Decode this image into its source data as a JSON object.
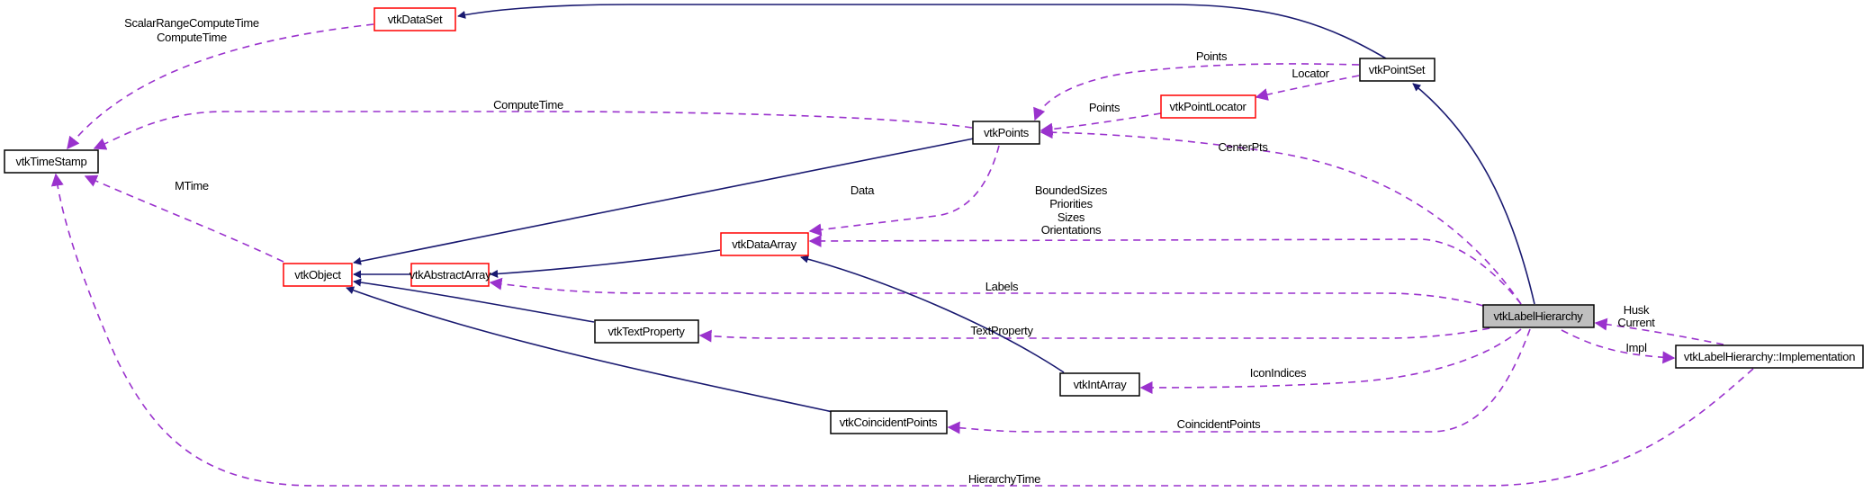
{
  "diagram": {
    "title": "vtkLabelHierarchy collaboration graph",
    "colors": {
      "inheritance_edge": "#191970",
      "usage_edge": "#9a32cd",
      "focus_fill": "#bfbfbf",
      "documented_border": "#000000",
      "undocumented_border": "#ff0000"
    },
    "nodes": [
      {
        "id": "vtkDataSet",
        "label": "vtkDataSet",
        "border": "red"
      },
      {
        "id": "vtkPointSet",
        "label": "vtkPointSet",
        "border": "black"
      },
      {
        "id": "vtkTimeStamp",
        "label": "vtkTimeStamp",
        "border": "black"
      },
      {
        "id": "vtkPoints",
        "label": "vtkPoints",
        "border": "black"
      },
      {
        "id": "vtkPointLocator",
        "label": "vtkPointLocator",
        "border": "red"
      },
      {
        "id": "vtkDataArray",
        "label": "vtkDataArray",
        "border": "red"
      },
      {
        "id": "vtkObject",
        "label": "vtkObject",
        "border": "red"
      },
      {
        "id": "vtkAbstractArray",
        "label": "vtkAbstractArray",
        "border": "red"
      },
      {
        "id": "vtkTextProperty",
        "label": "vtkTextProperty",
        "border": "black"
      },
      {
        "id": "vtkIntArray",
        "label": "vtkIntArray",
        "border": "black"
      },
      {
        "id": "vtkCoincidentPoints",
        "label": "vtkCoincidentPoints",
        "border": "black"
      },
      {
        "id": "vtkLabelHierarchy",
        "label": "vtkLabelHierarchy",
        "border": "black",
        "focus": true
      },
      {
        "id": "vtkLabelHierarchyImpl",
        "label": "vtkLabelHierarchy::Implementation",
        "border": "black"
      }
    ],
    "edges": [
      {
        "from": "vtkPointSet",
        "to": "vtkDataSet",
        "type": "inheritance",
        "labels": []
      },
      {
        "from": "vtkDataSet",
        "to": "vtkTimeStamp",
        "type": "usage",
        "labels": [
          "ScalarRangeComputeTime",
          "ComputeTime"
        ]
      },
      {
        "from": "vtkPoints",
        "to": "vtkTimeStamp",
        "type": "usage",
        "labels": [
          "ComputeTime"
        ]
      },
      {
        "from": "vtkObject",
        "to": "vtkTimeStamp",
        "type": "usage",
        "labels": [
          "MTime"
        ]
      },
      {
        "from": "vtkLabelHierarchyImpl",
        "to": "vtkTimeStamp",
        "type": "usage",
        "labels": [
          "HierarchyTime"
        ]
      },
      {
        "from": "vtkPointSet",
        "to": "vtkPoints",
        "type": "usage",
        "labels": [
          "Points"
        ]
      },
      {
        "from": "vtkPointSet",
        "to": "vtkPointLocator",
        "type": "usage",
        "labels": [
          "Locator"
        ]
      },
      {
        "from": "vtkPointLocator",
        "to": "vtkPoints",
        "type": "usage",
        "labels": [
          "Points"
        ]
      },
      {
        "from": "vtkLabelHierarchy",
        "to": "vtkPoints",
        "type": "usage",
        "labels": [
          "CenterPts"
        ]
      },
      {
        "from": "vtkPoints",
        "to": "vtkObject",
        "type": "inheritance",
        "labels": []
      },
      {
        "from": "vtkPoints",
        "to": "vtkDataArray",
        "type": "usage",
        "labels": [
          "Data"
        ]
      },
      {
        "from": "vtkLabelHierarchy",
        "to": "vtkDataArray",
        "type": "usage",
        "labels": [
          "BoundedSizes",
          "Priorities",
          "Sizes",
          "Orientations"
        ]
      },
      {
        "from": "vtkDataArray",
        "to": "vtkAbstractArray",
        "type": "inheritance",
        "labels": []
      },
      {
        "from": "vtkAbstractArray",
        "to": "vtkObject",
        "type": "inheritance",
        "labels": []
      },
      {
        "from": "vtkLabelHierarchy",
        "to": "vtkAbstractArray",
        "type": "usage",
        "labels": [
          "Labels"
        ]
      },
      {
        "from": "vtkTextProperty",
        "to": "vtkObject",
        "type": "inheritance",
        "labels": []
      },
      {
        "from": "vtkLabelHierarchy",
        "to": "vtkTextProperty",
        "type": "usage",
        "labels": [
          "TextProperty"
        ]
      },
      {
        "from": "vtkIntArray",
        "to": "vtkDataArray",
        "type": "inheritance",
        "labels": []
      },
      {
        "from": "vtkLabelHierarchy",
        "to": "vtkIntArray",
        "type": "usage",
        "labels": [
          "IconIndices"
        ]
      },
      {
        "from": "vtkCoincidentPoints",
        "to": "vtkObject",
        "type": "inheritance",
        "labels": []
      },
      {
        "from": "vtkLabelHierarchy",
        "to": "vtkCoincidentPoints",
        "type": "usage",
        "labels": [
          "CoincidentPoints"
        ]
      },
      {
        "from": "vtkLabelHierarchy",
        "to": "vtkPointSet",
        "type": "inheritance",
        "labels": []
      },
      {
        "from": "vtkLabelHierarchyImpl",
        "to": "vtkLabelHierarchy",
        "type": "usage",
        "labels": [
          "Husk",
          "Current"
        ]
      },
      {
        "from": "vtkLabelHierarchy",
        "to": "vtkLabelHierarchyImpl",
        "type": "usage",
        "labels": [
          "Impl"
        ]
      }
    ]
  }
}
